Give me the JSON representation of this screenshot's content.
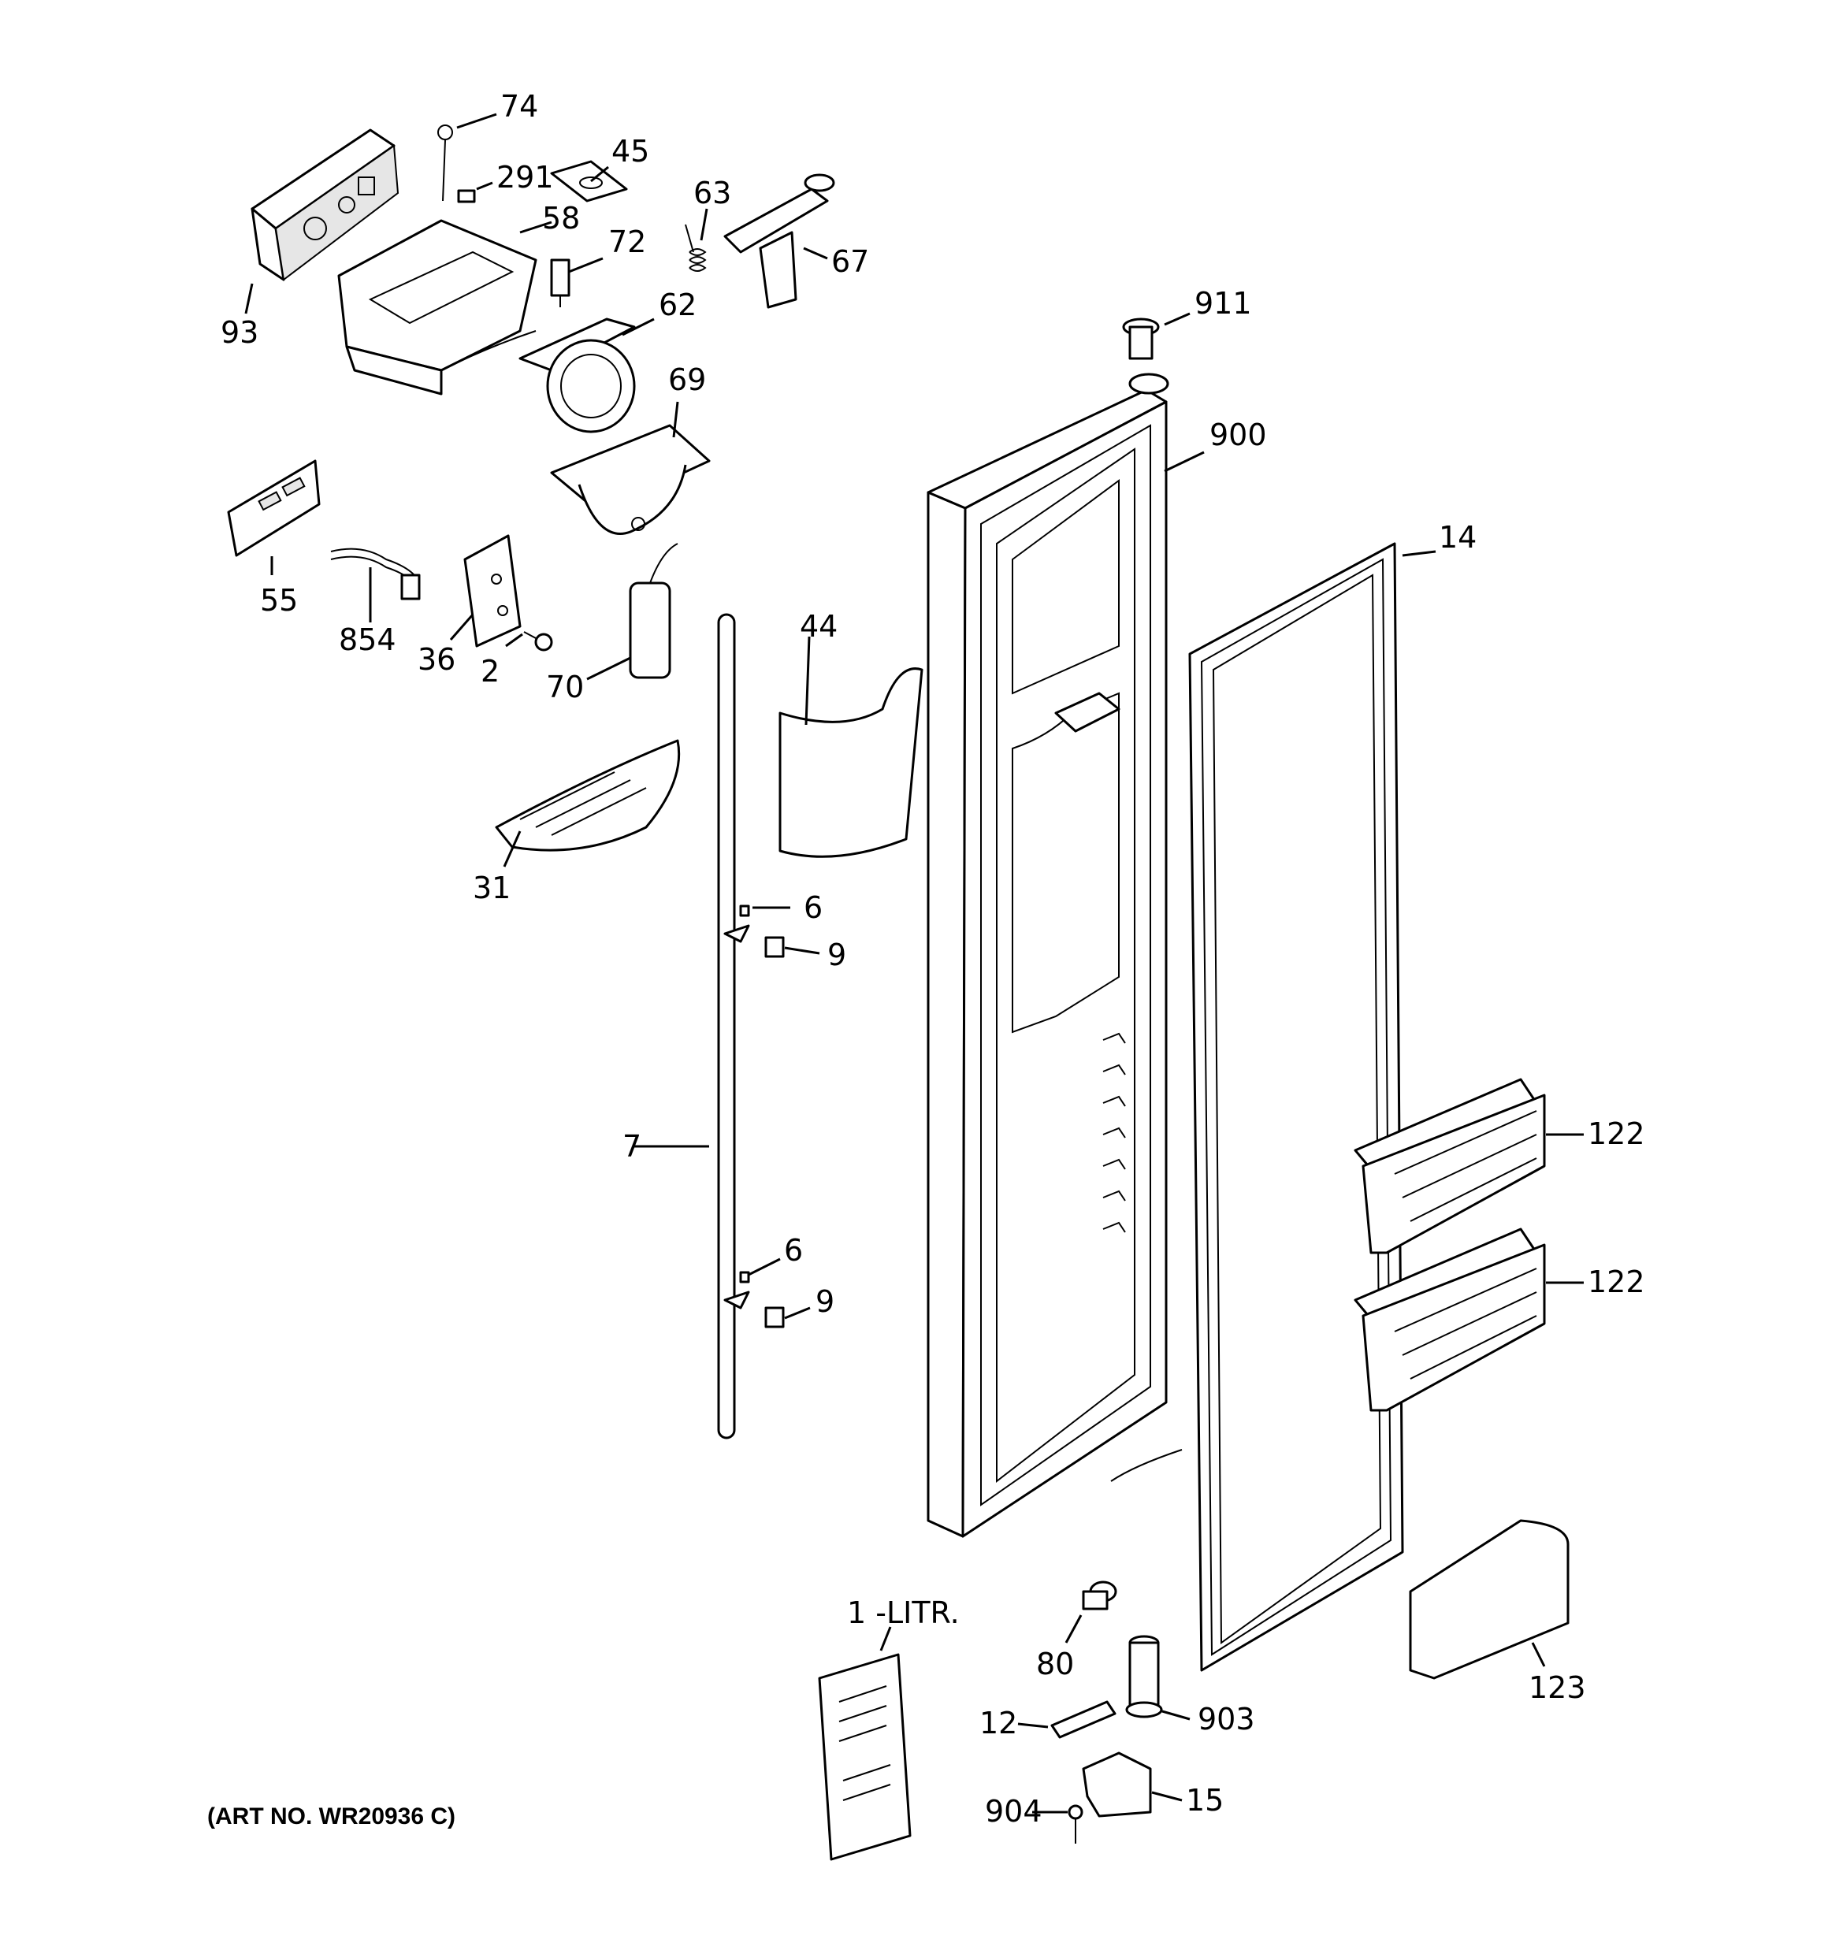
{
  "diagram": {
    "art_number": "(ART NO. WR20936 C)",
    "callouts": {
      "c74": "74",
      "c291": "291",
      "c45": "45",
      "c63": "63",
      "c58": "58",
      "c72": "72",
      "c67": "67",
      "c93": "93",
      "c62": "62",
      "c911": "911",
      "c69": "69",
      "c900": "900",
      "c14": "14",
      "c55": "55",
      "c854": "854",
      "c36": "36",
      "c2": "2",
      "c70": "70",
      "c44": "44",
      "c31": "31",
      "c6a": "6",
      "c9a": "9",
      "c7": "7",
      "c122a": "122",
      "c6b": "6",
      "c9b": "9",
      "c122b": "122",
      "c80": "80",
      "c1litr": "1 -LITR.",
      "c123": "123",
      "c12": "12",
      "c903": "903",
      "c15": "15",
      "c904": "904"
    }
  }
}
